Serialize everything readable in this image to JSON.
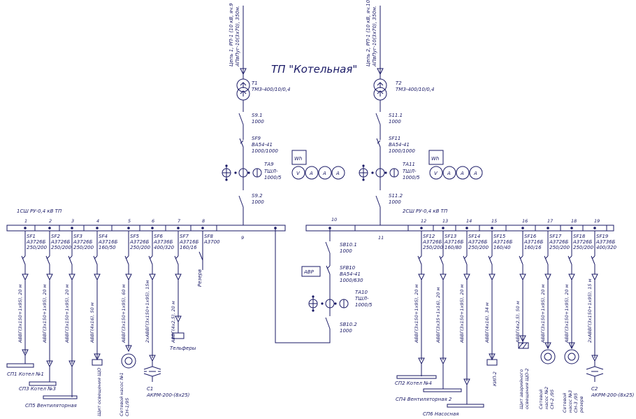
{
  "title": "ТП \"Котельная\"",
  "input1": {
    "line1": "Цепь 1, РП-1 (10 кВ, яч.9",
    "line2": "АПвПуг-10(3х70), 350м.",
    "transformer": "T1",
    "transformer_type": "ТМЗ-400/10/0,4",
    "switch_top": "S9.1",
    "switch_top_rating": "1000",
    "breaker": "SF9",
    "breaker_type": "ВА54-41",
    "breaker_rating": "1000/1000",
    "ct": "ТА9",
    "ct_type": "ТШЛ-",
    "ct_rating": "1000/5",
    "switch_bot": "S9.2",
    "switch_bot_rating": "1000",
    "cell": "9"
  },
  "input2": {
    "line1": "Цепь 2, РП-1 (10 кВ, яч.10",
    "line2": "АПвПуг-10(3х70), 350м.",
    "transformer": "T2",
    "transformer_type": "ТМЗ-400/10/0,4",
    "switch_top": "S11.1",
    "switch_top_rating": "1000",
    "breaker": "SF11",
    "breaker_type": "ВА54-41",
    "breaker_rating": "1000/1000",
    "ct": "ТА11",
    "ct_type": "ТШЛ-",
    "ct_rating": "1000/5",
    "switch_bot": "S11.2",
    "switch_bot_rating": "1000",
    "cell": "11"
  },
  "meters": {
    "wh": "Wh",
    "v": "V",
    "a": "A"
  },
  "bus1": {
    "label": "1СШ РУ-0,4 кВ ТП"
  },
  "bus2": {
    "label": "2СШ РУ-0,4 кВ ТП"
  },
  "sectional": {
    "cell": "10",
    "switch_top": "SB10.1",
    "switch_top_rating": "1000",
    "avr": "АВР",
    "breaker": "SFB10",
    "breaker_type": "ВА54-41",
    "breaker_rating": "1000/630",
    "ct": "ТА10",
    "ct_type": "ТШЛ-",
    "ct_rating": "1000/5",
    "switch_bot": "SB10.2",
    "switch_bot_rating": "1000"
  },
  "feeders": [
    {
      "cell": "1",
      "sf": "SF1",
      "type": "А3726Б",
      "rating": "250/200",
      "cable": "АВВГ(3х150+1х95), 20 м",
      "load": "СП1  Котел №1"
    },
    {
      "cell": "2",
      "sf": "SF2",
      "type": "А3726Б",
      "rating": "250/200",
      "cable": "АВВГ(3х150+1х95), 20 м",
      "load": "СП3  Котел №3"
    },
    {
      "cell": "3",
      "sf": "SF3",
      "type": "А3726Б",
      "rating": "250/200",
      "cable": "АВВГ(3х150+1х95), 20 м",
      "load": "СП5  Вентиляторная"
    },
    {
      "cell": "4",
      "sf": "SF4",
      "type": "А3716Б",
      "rating": "160/50",
      "cable": "АВВГ(4х16), 50 м",
      "load": "Щит освещения ЩО"
    },
    {
      "cell": "5",
      "sf": "SF5",
      "type": "А3726Б",
      "rating": "250/200",
      "cable": "АВВГ(3х150+1х95), 60 м",
      "load": "Сетевой насос №1",
      "load2": "СН-1/95"
    },
    {
      "cell": "6",
      "sf": "SF6",
      "type": "А3736Б",
      "rating": "400/320",
      "cable": "2хАВВГ(3х150+1х95), 15м",
      "load": "C1",
      "load2": "АКРМ-200-(8х25)"
    },
    {
      "cell": "7",
      "sf": "SF7",
      "type": "А3716Б",
      "rating": "160/16",
      "cable": "АВВГ(4х2,5), 20 м",
      "load": "Тельферы"
    },
    {
      "cell": "8",
      "sf": "SF8",
      "type": "А3700",
      "rating": "",
      "cable": "",
      "load": "Резерв"
    },
    {
      "cell": "12",
      "sf": "SF12",
      "type": "А3726Б",
      "rating": "250/200",
      "cable": "АВВГ(3х150+1х95), 20 м",
      "load": "СП2  Котел №4"
    },
    {
      "cell": "13",
      "sf": "SF13",
      "type": "А3716Б",
      "rating": "160/80",
      "cable": "АВВГ(3х35+1х16), 20 м",
      "load": "СП4  Вентиляторная 2"
    },
    {
      "cell": "14",
      "sf": "SF14",
      "type": "А3726Б",
      "rating": "250/200",
      "cable": "АВВГ(3х150+1х95), 20 м",
      "load": "СП6  Насосная"
    },
    {
      "cell": "15",
      "sf": "SF15",
      "type": "А3716Б",
      "rating": "160/40",
      "cable": "АВВГ(4х16), 34 м",
      "load": "КИП-2"
    },
    {
      "cell": "16",
      "sf": "SF16",
      "type": "А3716Б",
      "rating": "160/16",
      "cable": "АВВГ(4х2,5), 50 м",
      "load": "Щит аварийного",
      "load2": "освещения ЩО-2"
    },
    {
      "cell": "17",
      "sf": "SF17",
      "type": "А3726Б",
      "rating": "250/200",
      "cable": "АВВГ(3х150+1х95), 20 м",
      "load": "Сетевой",
      "load2": "насос №2",
      "load3": "СН-2 /95"
    },
    {
      "cell": "18",
      "sf": "SF18",
      "type": "А3726Б",
      "rating": "250/200",
      "cable": "АВВГ(3х150+1х95), 20 м",
      "load": "Сетевой",
      "load2": "насос №3",
      "load3": "СН-3 /95",
      "load4": "резерв"
    },
    {
      "cell": "19",
      "sf": "SF19",
      "type": "А3736Б",
      "rating": "400/320",
      "cable": "2хАВВГ(3х150+1х95), 15 м",
      "load": "C2",
      "load2": "АКРМ-200-(8х25)"
    }
  ]
}
